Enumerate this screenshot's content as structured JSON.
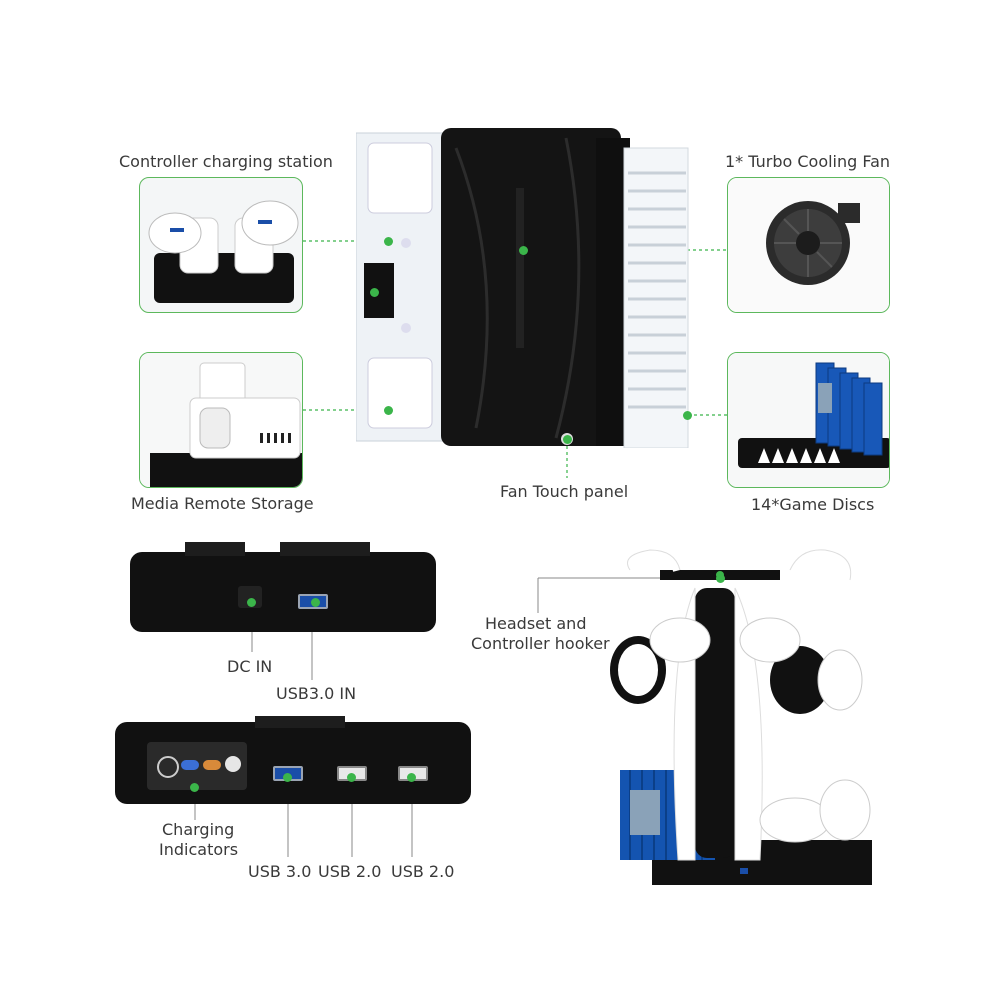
{
  "labels": {
    "controller_charging_station": "Controller charging station",
    "turbo_cooling_fan": "1* Turbo Cooling Fan",
    "media_remote_storage": "Media Remote Storage",
    "fan_touch_panel": "Fan Touch panel",
    "game_discs": "14*Game Discs",
    "dc_in": "DC IN",
    "usb30_in": "USB3.0 IN",
    "headset_line1": "Headset and",
    "headset_line2": "Controller hooker",
    "charging_line1": "Charging",
    "charging_line2": "Indicators",
    "usb30": "USB 3.0",
    "usb20_a": "USB 2.0",
    "usb20_b": "USB 2.0"
  },
  "colors": {
    "accent": "#3bb54a",
    "dark": "#111111",
    "usb3_blue": "#1a4ea8"
  }
}
